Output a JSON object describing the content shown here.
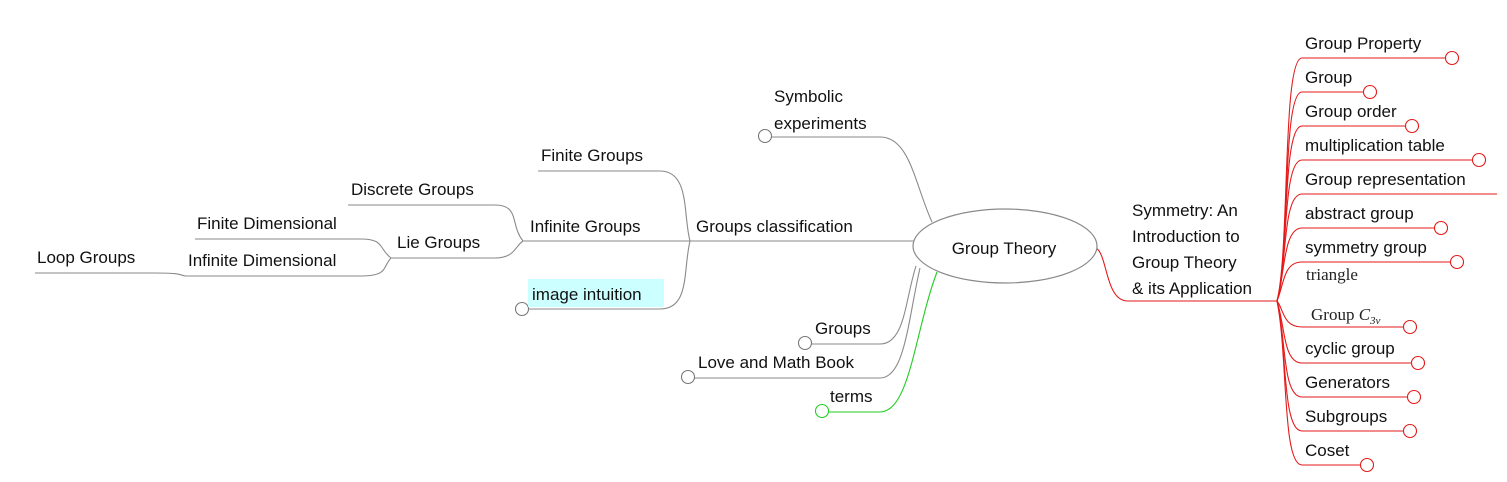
{
  "root": {
    "label": "Group Theory"
  },
  "left_branches": {
    "symbolic_experiments": [
      "Symbolic",
      "experiments"
    ],
    "groups_classification": "Groups classification",
    "finite_groups": "Finite Groups",
    "infinite_groups": "Infinite Groups",
    "discrete_groups": "Discrete Groups",
    "lie_groups": "Lie Groups",
    "finite_dimensional": "Finite Dimensional",
    "infinite_dimensional": "Infinite Dimensional",
    "loop_groups": "Loop Groups",
    "image_intuition": "image intuition",
    "groups": "Groups",
    "love_and_math_book": "Love and Math Book",
    "terms": "terms"
  },
  "right_branch": {
    "title_lines": [
      "Symmetry: An",
      "Introduction to",
      "Group Theory",
      "& its Application"
    ],
    "children": {
      "group_property": "Group Property",
      "group": "Group",
      "group_order": "Group order",
      "multiplication_table": "multiplication table",
      "group_representation": "Group representation",
      "abstract_group": "abstract group",
      "symmetry_group": "symmetry group",
      "triangle": "triangle",
      "group_c3v_prefix": "Group",
      "group_c3v_symbol": "C",
      "group_c3v_subscript": "3v",
      "cyclic_group": "cyclic group",
      "generators": "Generators",
      "subgroups": "Subgroups",
      "coset": "Coset"
    }
  },
  "colors": {
    "gray_branch": "#8a8a8a",
    "red_branch": "#e41a1a",
    "green_branch": "#22cc22",
    "highlight": "#ccffff"
  }
}
